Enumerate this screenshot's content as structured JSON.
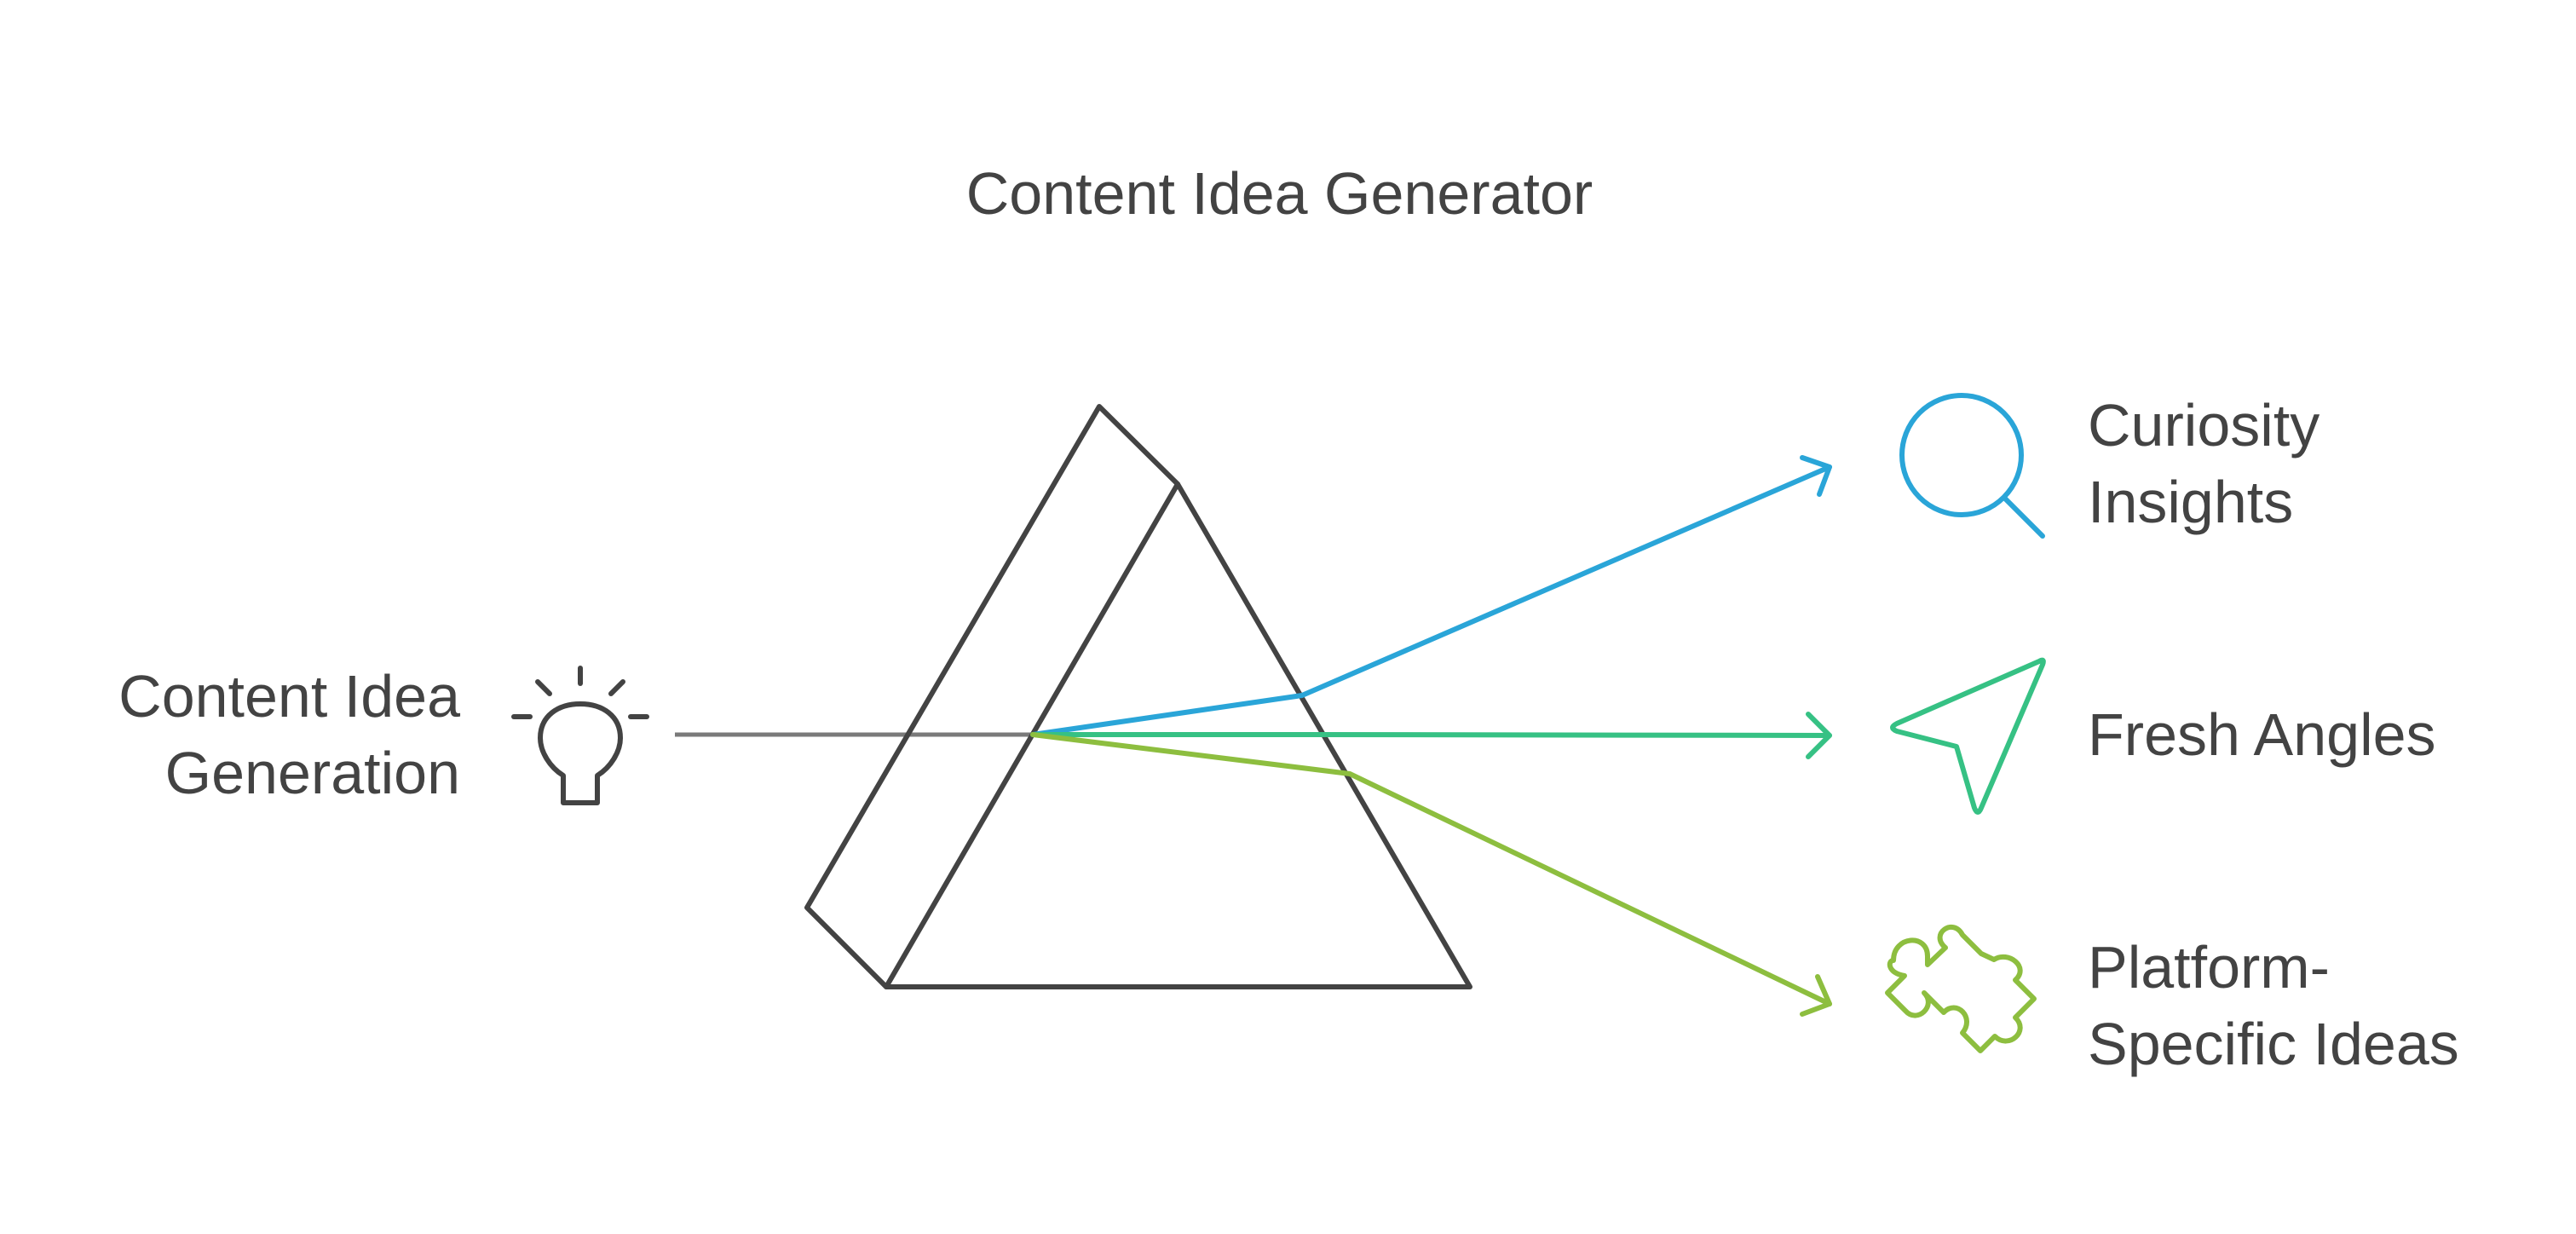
{
  "title": "Content Idea Generator",
  "input": {
    "label_line1": "Content Idea",
    "label_line2": "Generation",
    "icon": "lightbulb-icon"
  },
  "outputs": [
    {
      "line1": "Curiosity",
      "line2": "Insights",
      "icon": "search-icon",
      "color": "#2AA5D8"
    },
    {
      "line1": "Fresh Angles",
      "line2": "",
      "icon": "send-arrow-icon",
      "color": "#36C184"
    },
    {
      "line1": "Platform-",
      "line2": "Specific Ideas",
      "icon": "puzzle-icon",
      "color": "#8DBE3F"
    }
  ],
  "colors": {
    "text": "#434343",
    "prism": "#434343",
    "input_beam": "#7A7A7A"
  }
}
